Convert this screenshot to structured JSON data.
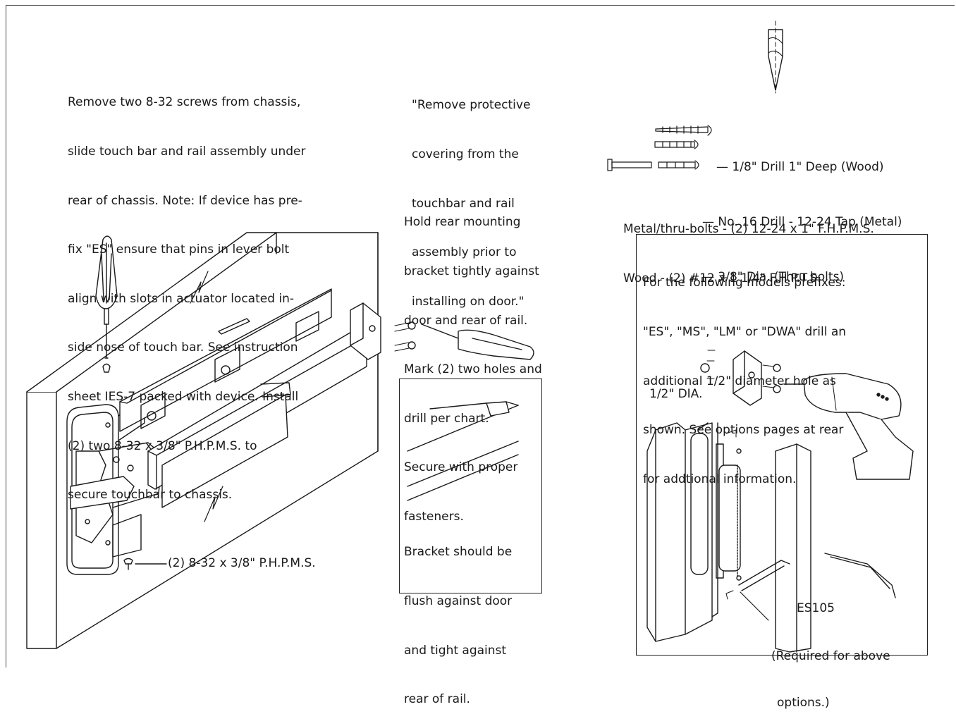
{
  "main_instructions": [
    "Remove two 8-32 screws from chassis,",
    "slide touch bar and rail assembly under",
    "rear of chassis. Note: If device has pre-",
    "fix \"ES\" ensure that pins in lever bolt",
    "align with slots in actuator located in-",
    "side nose of touch bar. See instruction",
    "sheet IES-7 packed with device. Install",
    "(2) two 8-32 x 3/8\" P.H.P.M.S. to",
    "secure touchbar to chassis."
  ],
  "protective_note": [
    "\"Remove protective",
    "covering from the",
    "touchbar and rail",
    "assembly prior to",
    "installing on door.\""
  ],
  "bracket_instructions": [
    "Hold rear mounting",
    "bracket tightly against",
    "door and rear of rail.",
    "Mark (2) two holes and",
    "drill per chart.",
    "Secure with proper",
    "fasteners."
  ],
  "drill_chart": [
    {
      "text": "— 1/8\" Drill 1\" Deep (Wood)"
    },
    {
      "text": "— No. 16 Drill - 12-24 Tap (Metal)"
    },
    {
      "text": "— 3/8\" Dia. (Thru bolts)"
    }
  ],
  "fastener_specs": [
    "Metal/thru-bolts - (2) 12-24 x 1\" F.H.P.M.S.",
    "Wood - (2) #12 x 1 1/4\" F.H.P.T.S."
  ],
  "screw_label": "(2) 8-32 x 3/8\" P.H.P.M.S.",
  "bracket_detail_note": [
    "Bracket should be",
    "flush against door",
    "and tight against",
    "rear of rail."
  ],
  "options_note": [
    "For the following models prefixes:",
    "\"ES\", \"MS\", \"LM\" or \"DWA\" drill an",
    "additional 1/2\" diameter hole as",
    "shown. See options pages at rear",
    "for addtional information."
  ],
  "hole_label": "1/2\" DIA.",
  "part_label": "ES105",
  "part_note": [
    "(Required for above",
    "options.)"
  ]
}
